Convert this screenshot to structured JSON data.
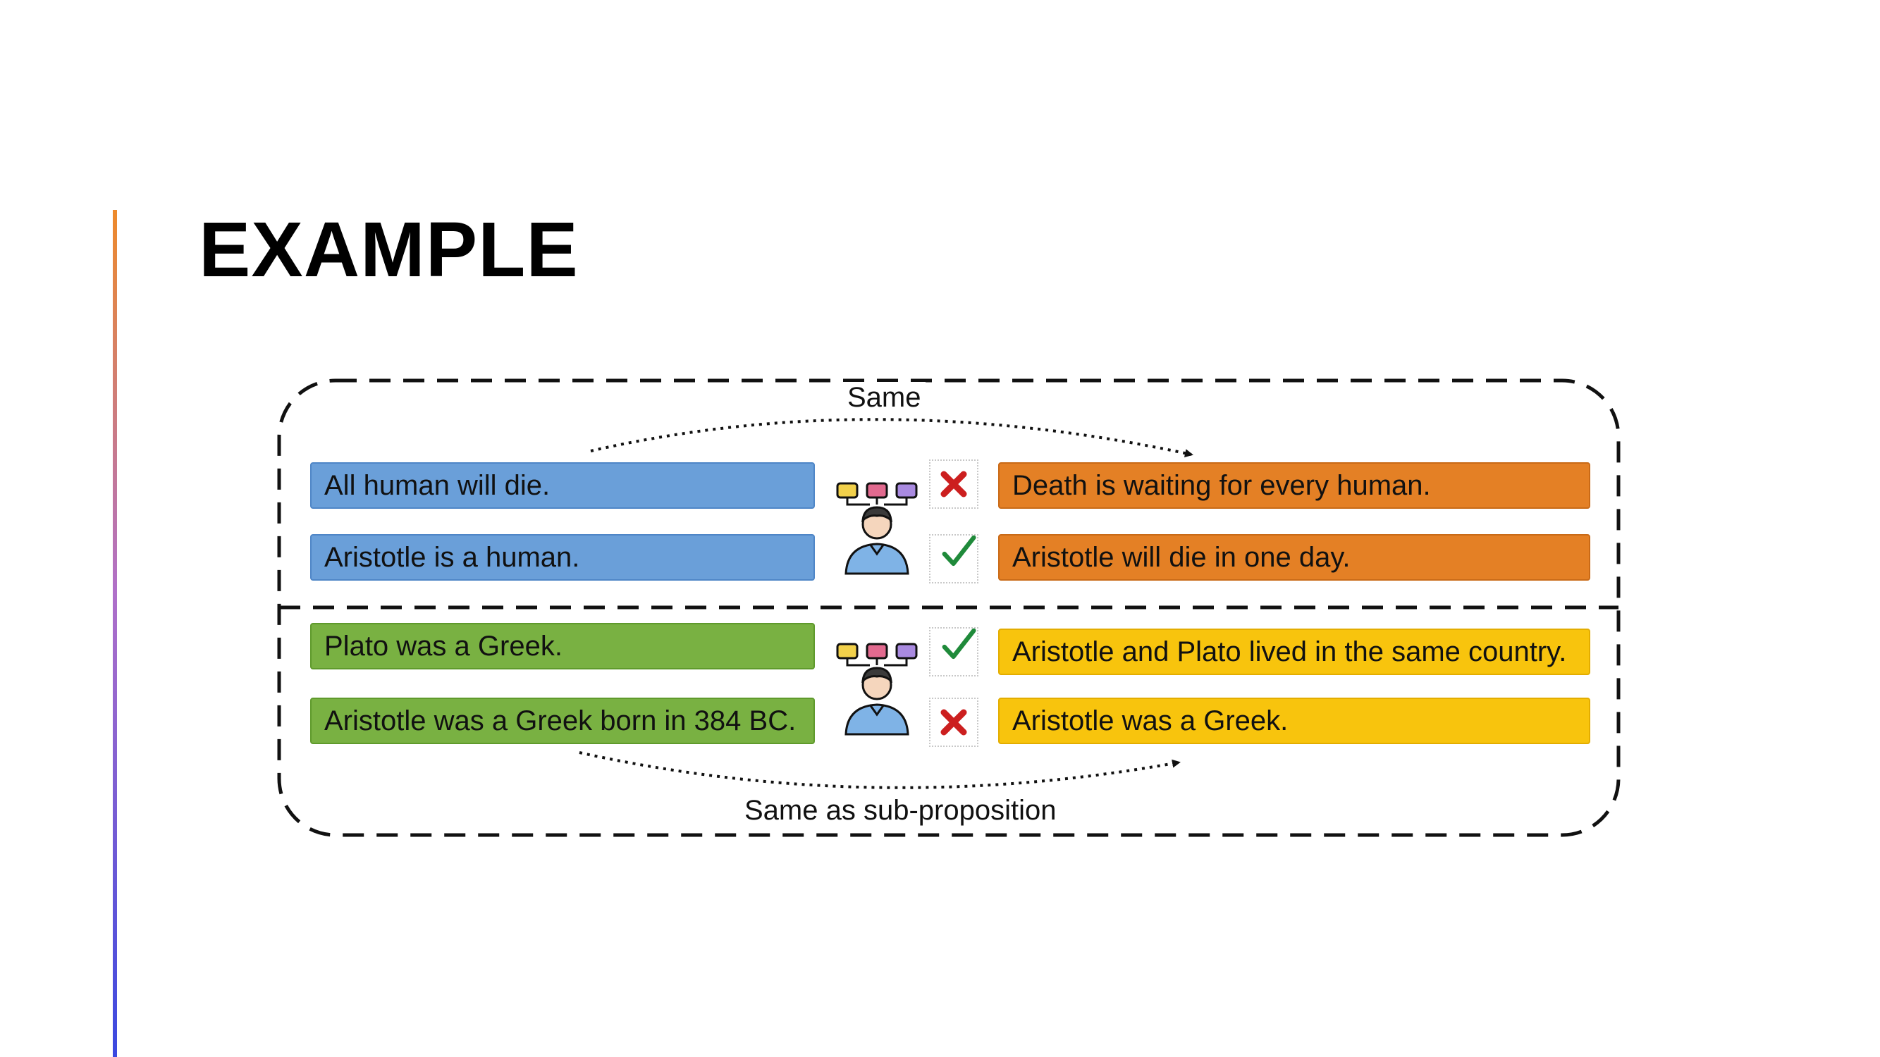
{
  "slide": {
    "title": "EXAMPLE"
  },
  "diagram": {
    "top_label": "Same",
    "bottom_label": "Same as sub-proposition",
    "group1": {
      "premises": [
        "All human will die.",
        "Aristotle is a human."
      ],
      "conclusions": [
        "Death is waiting for every human.",
        "Aristotle will die in one day."
      ],
      "marks": [
        "cross-icon",
        "check-icon"
      ]
    },
    "group2": {
      "premises": [
        "Plato was a Greek.",
        "Aristotle was a Greek born in 384 BC."
      ],
      "conclusions": [
        "Aristotle and Plato lived in the same country.",
        "Aristotle was a Greek."
      ],
      "marks": [
        "check-icon",
        "cross-icon"
      ]
    },
    "colors": {
      "premise_group1": "#6a9fd9",
      "premise_group2": "#79b142",
      "conclusion_group1": "#e48025",
      "conclusion_group2": "#f8c40d",
      "check": "#1f8a3a",
      "cross": "#cc1f1f",
      "accent_gradient": [
        "#ee8a2a",
        "#b070c9",
        "#3a48e0"
      ]
    }
  }
}
